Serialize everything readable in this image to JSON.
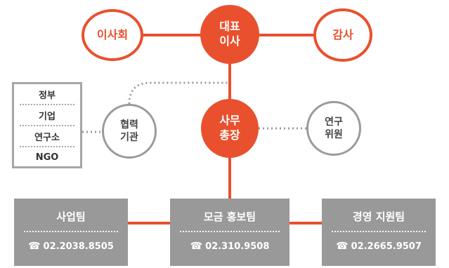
{
  "board": "이사회",
  "ceo": [
    "대표",
    "이사"
  ],
  "auditor": "감사",
  "secretary_general": [
    "사무",
    "총장"
  ],
  "partners": [
    "협력",
    "기관"
  ],
  "research": [
    "연구",
    "위원"
  ],
  "partner_list": [
    "정부",
    "기업",
    "연구소",
    "NGO"
  ],
  "teams": [
    {
      "name": "사업팀",
      "phone": "02.2038.8505"
    },
    {
      "name": "모금 홍보팀",
      "phone": "02.310.9508"
    },
    {
      "name": "경영 지원팀",
      "phone": "02.2665.9507"
    }
  ],
  "colors": {
    "accent": "#e9502d",
    "gray": "#999999",
    "dotted": "#9a9a9a"
  },
  "phone_icon": "telephone-icon"
}
